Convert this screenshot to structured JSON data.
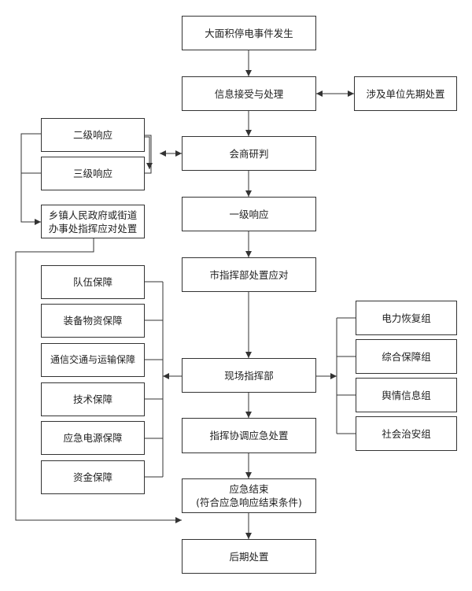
{
  "flow": {
    "event": "大面积停电事件发生",
    "info": "信息接受与处理",
    "consult": "会商研判",
    "level1": "一级响应",
    "city_command": "市指挥部处置应对",
    "onsite_command": "现场指挥部",
    "coordinate": "指挥协调应急处置",
    "end_title": "应急结束",
    "end_condition": "(符合应急响应结束条件)",
    "aftermath": "后期处置"
  },
  "side": {
    "first_response": "涉及单位先期处置",
    "level2": "二级响应",
    "level3": "三级响应",
    "township_line1": "乡镇人民政府或街道",
    "township_line2": "办事处指挥应对处置"
  },
  "support_groups": [
    "队伍保障",
    "装备物资保障",
    "通信交通与运输保障",
    "技术保障",
    "应急电源保障",
    "资金保障"
  ],
  "work_groups": [
    "电力恢复组",
    "综合保障组",
    "舆情信息组",
    "社会治安组"
  ],
  "colors": {
    "line": "#333333",
    "text": "#222222"
  }
}
